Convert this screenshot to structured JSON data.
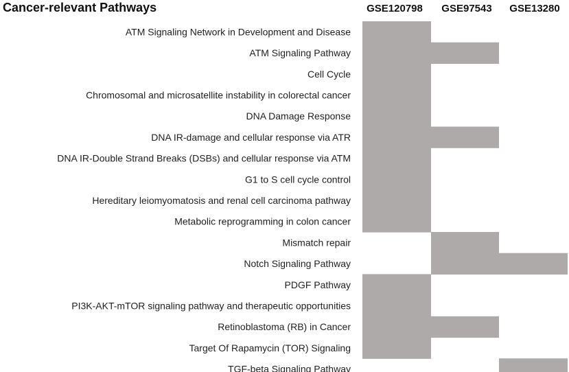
{
  "chart_data": {
    "type": "heatmap",
    "title": "Cancer-relevant Pathways",
    "columns": [
      "GSE120798",
      "GSE97543",
      "GSE13280"
    ],
    "rows": [
      "ATM Signaling Network in Development and Disease",
      "ATM Signaling Pathway",
      "Cell Cycle",
      "Chromosomal and microsatellite instability in colorectal cancer",
      "DNA Damage Response",
      "DNA IR-damage and cellular response via ATR",
      "DNA IR-Double Strand Breaks (DSBs) and cellular response via ATM",
      "G1 to S cell cycle control",
      "Hereditary leiomyomatosis and renal cell carcinoma pathway",
      "Metabolic reprogramming in colon cancer",
      "Mismatch repair",
      "Notch Signaling Pathway",
      "PDGF Pathway",
      "PI3K-AKT-mTOR signaling pathway and therapeutic opportunities",
      "Retinoblastoma (RB) in Cancer",
      "Target Of Rapamycin (TOR) Signaling",
      "TGF-beta Signaling Pathway"
    ],
    "matrix": [
      [
        1,
        0,
        0
      ],
      [
        1,
        1,
        0
      ],
      [
        1,
        0,
        0
      ],
      [
        1,
        0,
        0
      ],
      [
        1,
        0,
        0
      ],
      [
        1,
        1,
        0
      ],
      [
        1,
        0,
        0
      ],
      [
        1,
        0,
        0
      ],
      [
        1,
        0,
        0
      ],
      [
        1,
        0,
        0
      ],
      [
        0,
        1,
        0
      ],
      [
        0,
        1,
        1
      ],
      [
        1,
        0,
        0
      ],
      [
        1,
        0,
        0
      ],
      [
        1,
        1,
        0
      ],
      [
        1,
        0,
        0
      ],
      [
        0,
        0,
        1
      ]
    ],
    "colors": {
      "present": "#aeaaaa",
      "absent": "#ffffff"
    }
  }
}
